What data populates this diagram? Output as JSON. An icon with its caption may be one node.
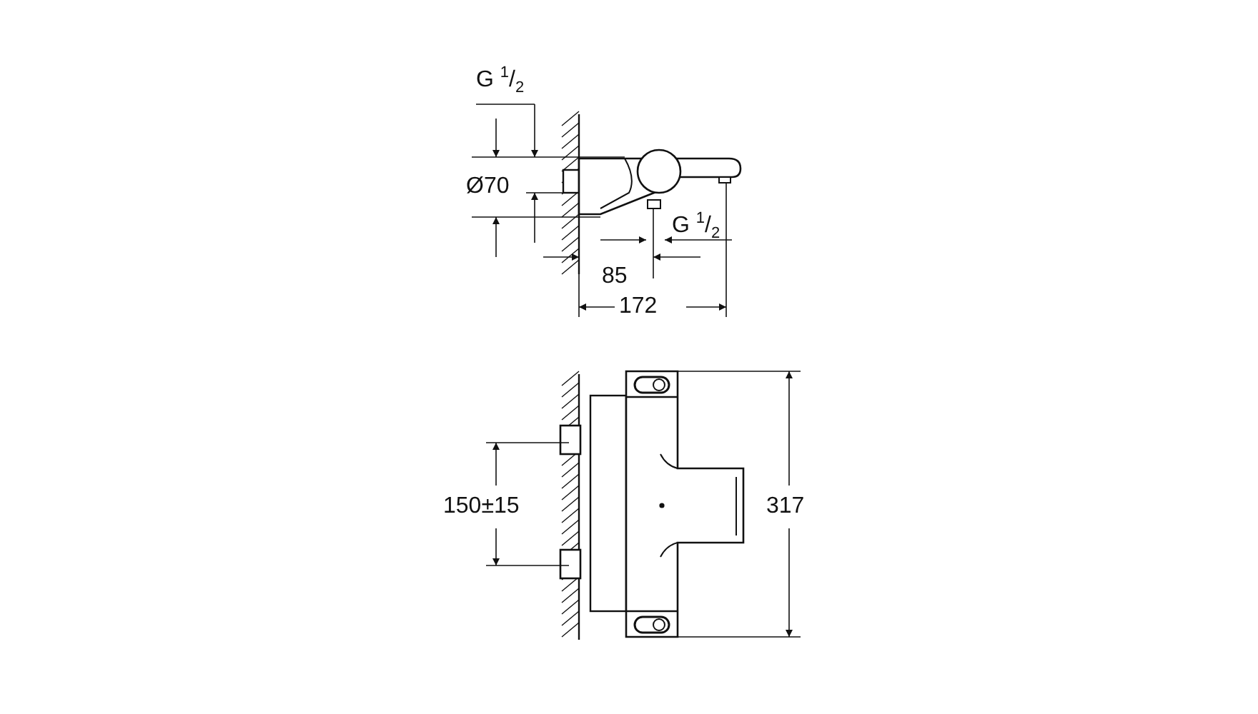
{
  "diagram": {
    "labels": [
      "G $^{1}$/$_{2}$",
      "Ø70",
      "G $^{1}$/$_{2}$",
      "85",
      "172",
      "150±15",
      "317"
    ]
  }
}
